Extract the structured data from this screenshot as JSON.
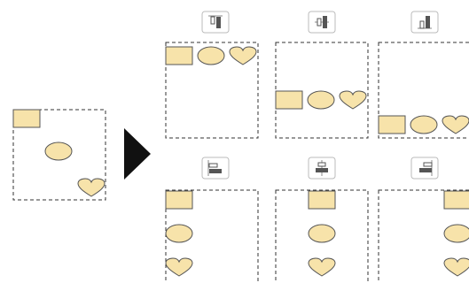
{
  "colors": {
    "shape_fill": "#f7e3aa",
    "shape_stroke": "#555555",
    "box_border": "#333333",
    "arrow": "#111111",
    "button_border": "#bbbbbb",
    "button_bg": "#ffffff",
    "icon_bar": "#555555",
    "icon_line": "#888888"
  },
  "source": {
    "shapes": [
      "rectangle",
      "ellipse",
      "heart"
    ]
  },
  "transform_arrow": {
    "icon": "right-triangle-arrow-icon"
  },
  "variants": [
    {
      "name": "align-top",
      "icon": "align-top-icon",
      "shapes": [
        "rectangle",
        "ellipse",
        "heart"
      ]
    },
    {
      "name": "align-middle",
      "icon": "align-vertical-center-icon",
      "shapes": [
        "rectangle",
        "ellipse",
        "heart"
      ]
    },
    {
      "name": "align-bottom",
      "icon": "align-bottom-icon",
      "shapes": [
        "rectangle",
        "ellipse",
        "heart"
      ]
    },
    {
      "name": "align-left",
      "icon": "align-left-icon",
      "shapes": [
        "rectangle",
        "ellipse",
        "heart"
      ]
    },
    {
      "name": "align-center",
      "icon": "align-horizontal-center-icon",
      "shapes": [
        "rectangle",
        "ellipse",
        "heart"
      ]
    },
    {
      "name": "align-right",
      "icon": "align-right-icon",
      "shapes": [
        "rectangle",
        "ellipse",
        "heart"
      ]
    }
  ]
}
